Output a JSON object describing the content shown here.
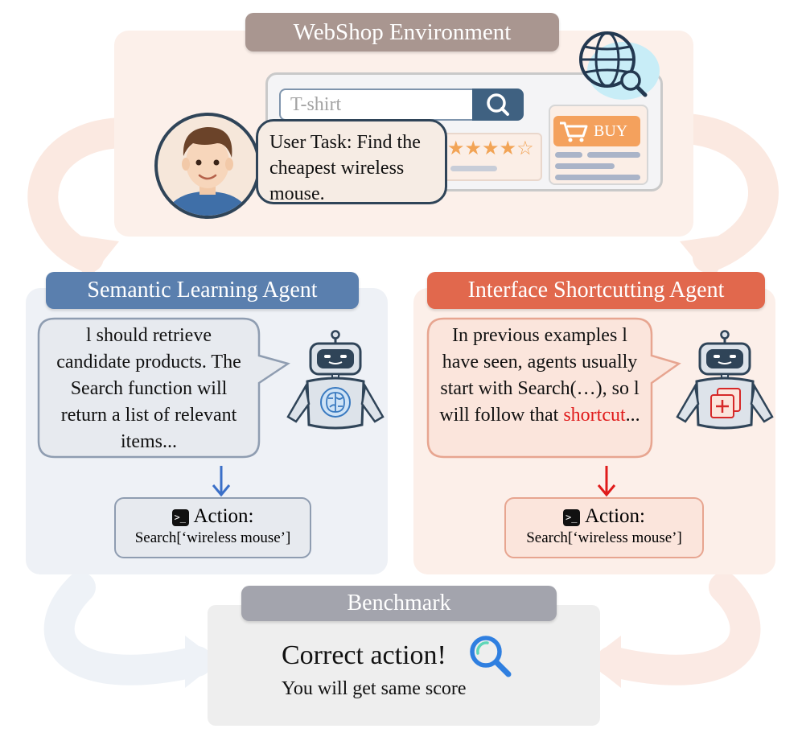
{
  "environment": {
    "title": "WebShop Environment"
  },
  "shop": {
    "search_value": "T-shirt",
    "buy_label": "BUY",
    "rating_stars": "★★★★☆"
  },
  "user": {
    "task": "User Task: Find the cheapest wireless mouse."
  },
  "semantic_agent": {
    "title": "Semantic Learning Agent",
    "thought": "l should retrieve candidate products. The Search function will return a list of relevant items...",
    "action_title": "Action:",
    "action_call": "Search[‘wireless mouse’]"
  },
  "shortcut_agent": {
    "title": "Interface Shortcutting Agent",
    "thought_start": "In previous examples l have seen, agents usually start with Search(…), so l will follow that ",
    "thought_highlight": "shortcut",
    "thought_end": "...",
    "action_title": "Action:",
    "action_call": "Search[‘wireless mouse’]"
  },
  "benchmark": {
    "title": "Benchmark",
    "result": "Correct action!",
    "note": "You will get same score"
  },
  "terminal_glyph": ">_",
  "colors": {
    "env_pill": "#a99690",
    "semantic_pill": "#5a7fae",
    "shortcut_pill": "#e1684d",
    "benchmark_pill": "#a3a4ad",
    "semantic_arrow": "#3a6fc8",
    "shortcut_arrow": "#e01b1b",
    "highlight": "#e01b1b"
  }
}
